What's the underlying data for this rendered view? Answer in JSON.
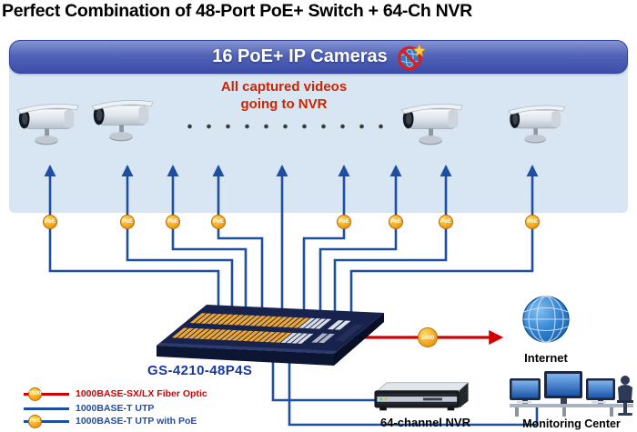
{
  "title": "Perfect Combination of 48-Port PoE+ Switch + 64-Ch NVR",
  "banner": {
    "label": "16 PoE+ IP Cameras"
  },
  "annotation": {
    "line1": "All captured videos",
    "line2": "going to NVR"
  },
  "badges": {
    "poe": "PoE",
    "speed": "1000"
  },
  "devices": {
    "switch": {
      "model": "GS-4210-48P4S"
    },
    "internet": {
      "label": "Internet"
    },
    "nvr": {
      "label": "64-channel NVR"
    },
    "monitoring": {
      "label": "Monitoring Center"
    }
  },
  "legend": {
    "items": [
      {
        "label": "1000BASE-SX/LX Fiber Optic"
      },
      {
        "label": "1000BASE-T UTP"
      },
      {
        "label": "1000BASE-T UTP with PoE"
      }
    ]
  },
  "colors": {
    "utp_blue": "#1e4ea3",
    "fiber_red": "#d40000",
    "poe_orange": "#f6a21d"
  }
}
